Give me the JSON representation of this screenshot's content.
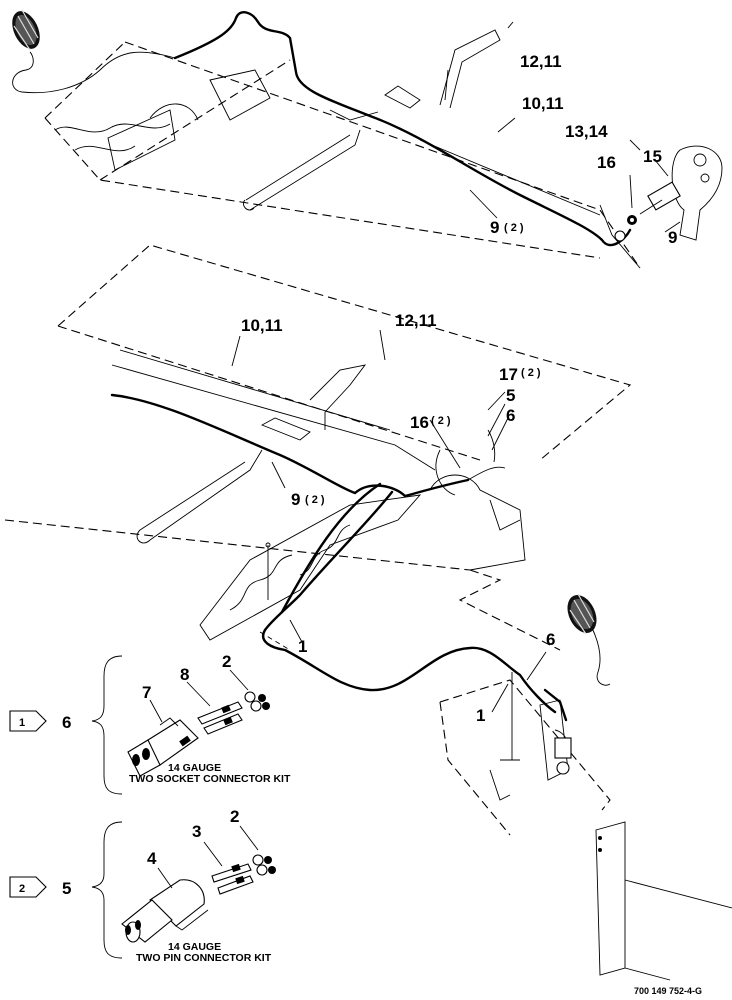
{
  "callouts": {
    "c_12_11_top": "12,11",
    "c_10_11_top": "10,11",
    "c_13_14": "13,14",
    "c_15": "15",
    "c_16_top": "16",
    "c_9_right": "9",
    "c_9_2_top": "9",
    "c_9_2_top_qty": "( 2 )",
    "c_10_11_mid": "10,11",
    "c_12_11_mid": "12,11",
    "c_17_2": "17",
    "c_17_2_qty": "( 2 )",
    "c_5_mid": "5",
    "c_6_mid": "6",
    "c_16_2": "16",
    "c_16_2_qty": "( 2 )",
    "c_9_2_mid": "9",
    "c_9_2_mid_qty": "( 2 )",
    "c_1_mid": "1",
    "c_6_low": "6",
    "c_1_low": "1"
  },
  "kits": {
    "socket": {
      "flag": "1",
      "number": "6",
      "parts": [
        "7",
        "8",
        "2"
      ],
      "gauge": "14 GAUGE",
      "name": "TWO SOCKET CONNECTOR KIT"
    },
    "pin": {
      "flag": "2",
      "number": "5",
      "parts": [
        "4",
        "3",
        "2"
      ],
      "gauge": "14 GAUGE",
      "name": "TWO PIN CONNECTOR KIT"
    }
  },
  "drawing_ref": "700 149 752-4-G"
}
